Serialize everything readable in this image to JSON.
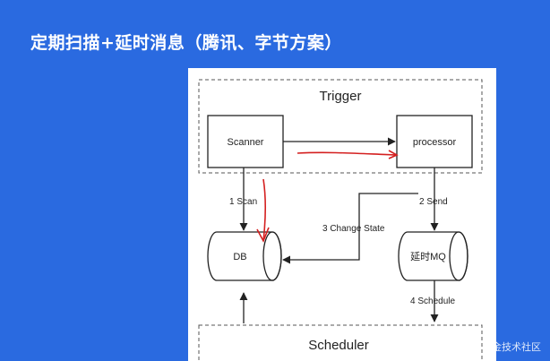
{
  "slide": {
    "title": "定期扫描+延时消息（腾讯、字节方案）"
  },
  "diagram": {
    "groups": {
      "trigger": "Trigger",
      "scheduler": "Scheduler"
    },
    "nodes": {
      "scanner": "Scanner",
      "processor": "processor",
      "db": "DB",
      "mq": "延时MQ"
    },
    "edges": {
      "scan": "1 Scan",
      "send": "2 Send",
      "change_state": "3 Change State",
      "schedule": "4 Schedule"
    },
    "colors": {
      "slide_background": "#2a6ae0",
      "diagram_stroke": "#222222",
      "annotation_red": "#d42020"
    }
  },
  "watermark": "@稀土掘金技术社区"
}
